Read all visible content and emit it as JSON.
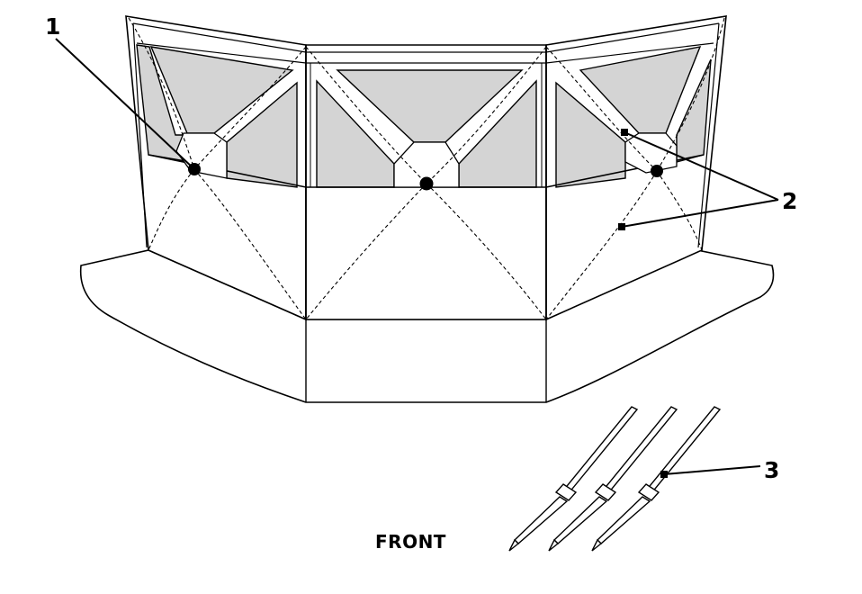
{
  "callouts": [
    {
      "label": "1"
    },
    {
      "label": "2"
    },
    {
      "label": "3"
    }
  ],
  "front_label": "FRONT",
  "colors": {
    "line": "#000000",
    "window": "#d4d4d4",
    "fabric": "#ffffff"
  }
}
